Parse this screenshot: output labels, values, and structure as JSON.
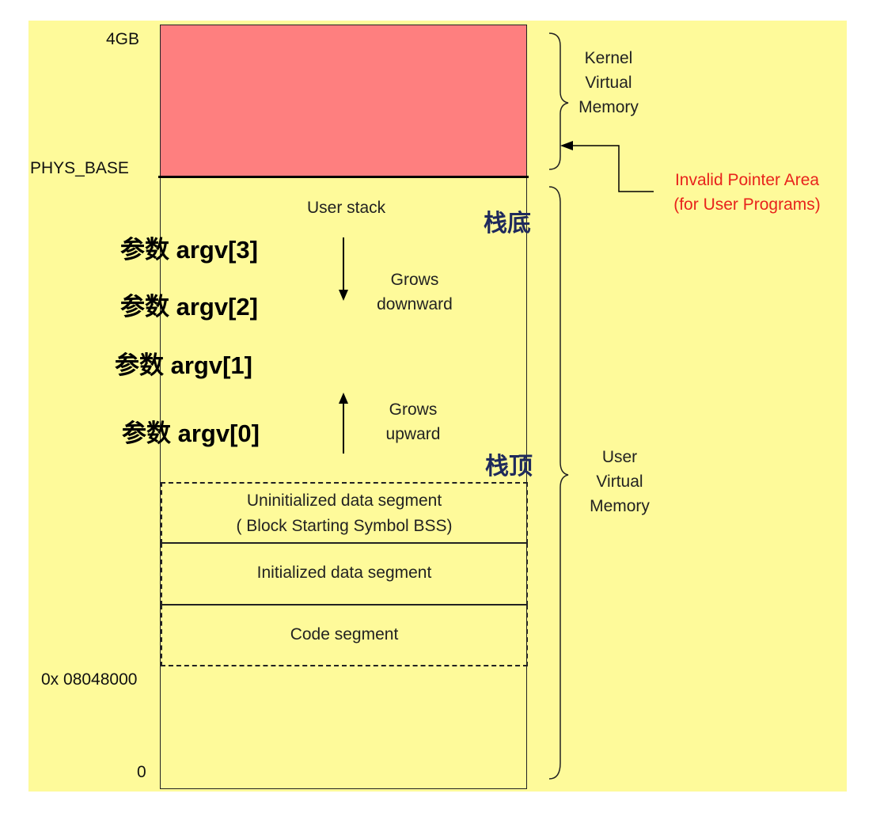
{
  "addresses": {
    "top": "4GB",
    "phys_base": "PHYS_BASE",
    "code_start": "0x 08048000",
    "zero": "0"
  },
  "regions": {
    "kernel_virtual_memory": [
      "Kernel",
      "Virtual",
      "Memory"
    ],
    "user_virtual_memory": [
      "User",
      "Virtual",
      "Memory"
    ]
  },
  "invalid_area": [
    "Invalid Pointer Area",
    "(for User Programs)"
  ],
  "stack": {
    "title": "User stack",
    "bottom_marker": "栈底",
    "top_marker": "栈顶",
    "grows_down": [
      "Grows",
      "downward"
    ],
    "grows_up": [
      "Grows",
      "upward"
    ],
    "args": [
      "参数 argv[3]",
      "参数 argv[2]",
      "参数 argv[1]",
      "参数 argv[0]"
    ]
  },
  "segments": {
    "bss": [
      "Uninitialized data segment",
      "( Block Starting Symbol BSS)"
    ],
    "data": "Initialized data segment",
    "code": "Code segment"
  },
  "colors": {
    "background": "#fefa9a",
    "kernel_fill": "#fe7f7f",
    "invalid_text": "#e8231c",
    "stack_marker": "#1f2a5c"
  }
}
